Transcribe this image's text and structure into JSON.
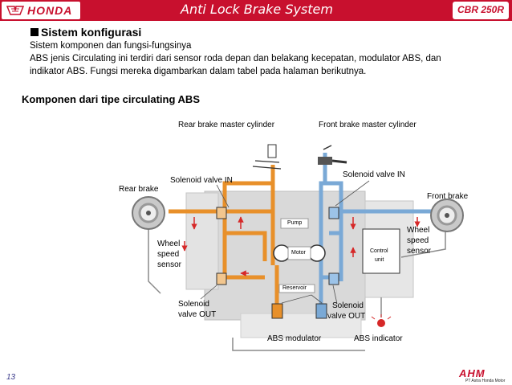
{
  "header": {
    "brand": "HONDA",
    "title": "Anti Lock Brake System",
    "model": "CBR 250R"
  },
  "section": {
    "heading": "Sistem konfigurasi",
    "line1": "Sistem komponen dan fungsi-fungsinya",
    "line2": "ABS jenis Circulating ini terdiri dari sensor roda depan dan belakang kecepatan, modulator ABS, dan",
    "line3": "indikator ABS. Fungsi mereka digambarkan dalam tabel pada halaman berikutnya."
  },
  "diagram": {
    "heading": "Komponen  dari tipe circulating ABS",
    "labels": {
      "rear_master": "Rear brake master cylinder",
      "front_master": "Front brake master cylinder",
      "solenoid_in_left": "Solenoid valve IN",
      "solenoid_in_right": "Solenoid valve IN",
      "rear_brake": "Rear brake",
      "front_brake": "Front brake",
      "pump": "Pump",
      "motor": "Motor",
      "reservoir": "Reservoir",
      "control_unit_1": "Control",
      "control_unit_2": "unit",
      "wheel_speed_left_1": "Wheel",
      "wheel_speed_left_2": "speed",
      "wheel_speed_left_3": "sensor",
      "wheel_speed_right_1": "Wheel",
      "wheel_speed_right_2": "speed",
      "wheel_speed_right_3": "sensor",
      "solenoid_out_left_1": "Solenoid",
      "solenoid_out_left_2": "valve OUT",
      "solenoid_out_right_1": "Solenoid",
      "solenoid_out_right_2": "valve OUT",
      "abs_modulator": "ABS modulator",
      "abs_indicator": "ABS indicator"
    },
    "colors": {
      "rear_line": "#e8902a",
      "front_line": "#7aa9d6",
      "arrow": "#d62828",
      "housing": "#d9d9d9"
    }
  },
  "footer": {
    "page_number": "13",
    "company": "AHM",
    "company_sub": "PT Astra Honda Motor"
  }
}
